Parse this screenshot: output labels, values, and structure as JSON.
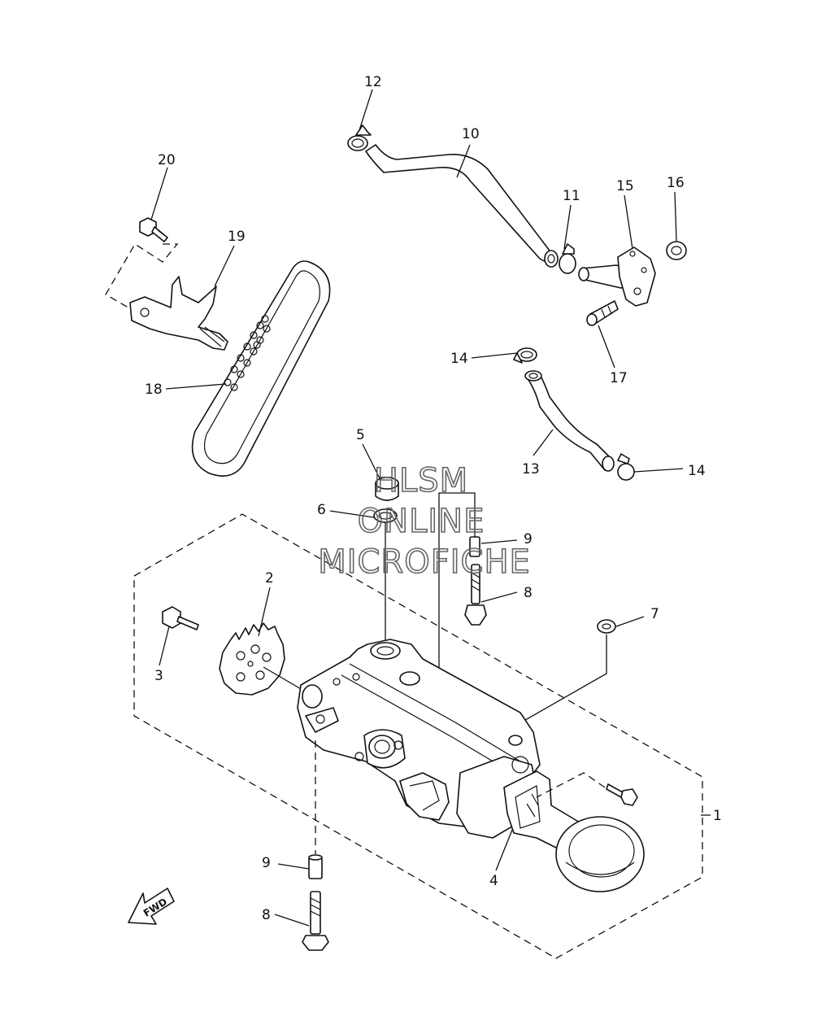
{
  "callouts": {
    "c1": "1",
    "c2": "2",
    "c3": "3",
    "c4": "4",
    "c5": "5",
    "c6": "6",
    "c7": "7",
    "c8a": "8",
    "c8b": "8",
    "c9a": "9",
    "c9b": "9",
    "c10": "10",
    "c11": "11",
    "c12": "12",
    "c13": "13",
    "c14a": "14",
    "c14b": "14",
    "c15": "15",
    "c16": "16",
    "c17": "17",
    "c18": "18",
    "c19": "19",
    "c20": "20"
  },
  "watermark": {
    "line1": "HLSM",
    "line2": "ONLINE",
    "line3": "MICROFICHE"
  },
  "direction_marker": "FWD"
}
